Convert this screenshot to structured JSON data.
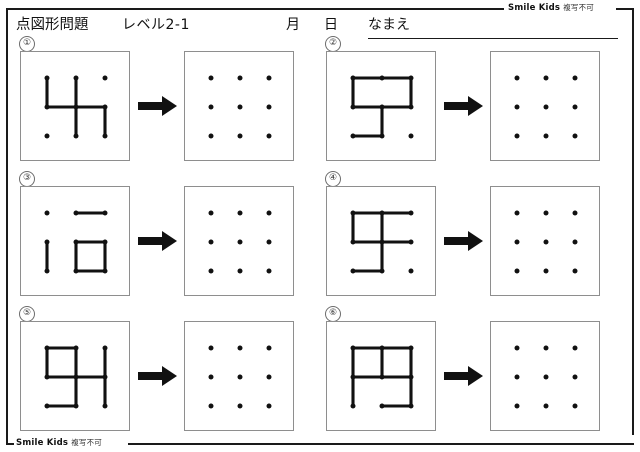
{
  "page": {
    "brand_name": "Smile Kids",
    "brand_note": "複写不可"
  },
  "header": {
    "title": "点図形問題",
    "level": "レベル2-1",
    "month_label": "月",
    "day_label": "日",
    "name_label": "なまえ"
  },
  "grid": {
    "rows": 3,
    "cols": 3,
    "dot_color": "#111111",
    "line_color": "#111111"
  },
  "arrow_icon": "right-arrow",
  "problems": [
    {
      "index": "①",
      "segments": [
        [
          0,
          0,
          0,
          1
        ],
        [
          1,
          0,
          1,
          2
        ],
        [
          2,
          1,
          2,
          2
        ],
        [
          0,
          1,
          2,
          1
        ]
      ],
      "answer_segments": []
    },
    {
      "index": "②",
      "segments": [
        [
          0,
          0,
          2,
          0
        ],
        [
          0,
          0,
          0,
          1
        ],
        [
          2,
          0,
          2,
          1
        ],
        [
          0,
          1,
          2,
          1
        ],
        [
          1,
          1,
          1,
          2
        ],
        [
          0,
          2,
          1,
          2
        ]
      ],
      "answer_segments": []
    },
    {
      "index": "③",
      "segments": [
        [
          1,
          0,
          2,
          0
        ],
        [
          0,
          1,
          0,
          2
        ],
        [
          1,
          1,
          2,
          1
        ],
        [
          1,
          1,
          1,
          2
        ],
        [
          2,
          1,
          2,
          2
        ],
        [
          1,
          2,
          2,
          2
        ]
      ],
      "answer_segments": []
    },
    {
      "index": "④",
      "segments": [
        [
          0,
          0,
          2,
          0
        ],
        [
          0,
          0,
          0,
          1
        ],
        [
          1,
          0,
          1,
          2
        ],
        [
          0,
          1,
          2,
          1
        ],
        [
          0,
          2,
          1,
          2
        ]
      ],
      "answer_segments": []
    },
    {
      "index": "⑤",
      "segments": [
        [
          0,
          0,
          1,
          0
        ],
        [
          0,
          0,
          0,
          1
        ],
        [
          1,
          0,
          1,
          2
        ],
        [
          0,
          1,
          2,
          1
        ],
        [
          2,
          0,
          2,
          2
        ],
        [
          0,
          2,
          1,
          2
        ]
      ],
      "answer_segments": []
    },
    {
      "index": "⑥",
      "segments": [
        [
          0,
          0,
          2,
          0
        ],
        [
          0,
          0,
          0,
          2
        ],
        [
          1,
          0,
          1,
          1
        ],
        [
          2,
          0,
          2,
          2
        ],
        [
          0,
          1,
          2,
          1
        ],
        [
          1,
          2,
          2,
          2
        ]
      ],
      "answer_segments": []
    }
  ]
}
